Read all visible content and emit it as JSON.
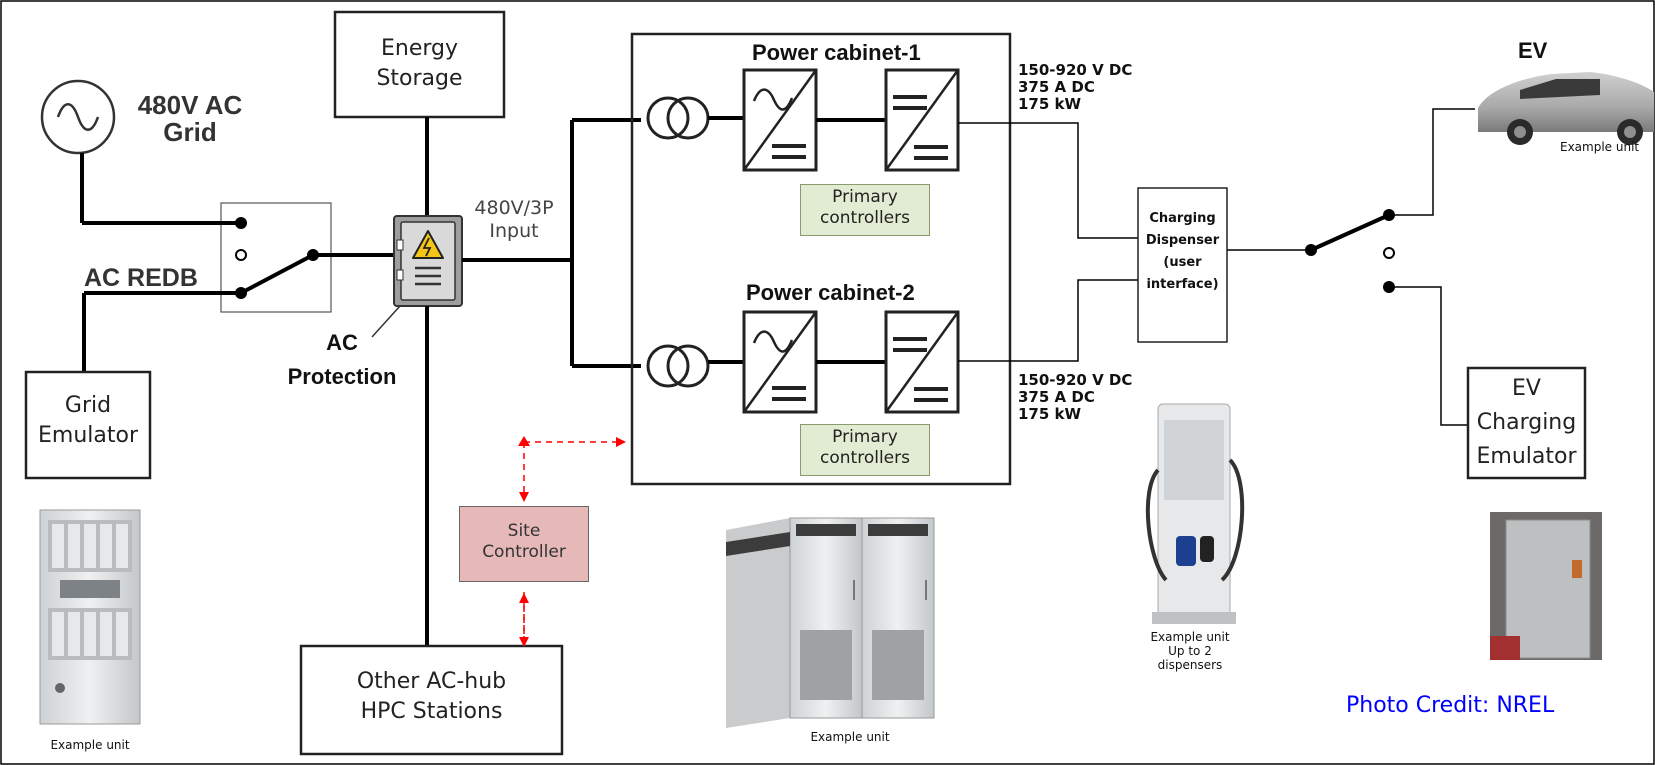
{
  "labels": {
    "grid_source": "480V AC\nGrid",
    "ac_redb": "AC REDB",
    "grid_emulator": "Grid\nEmulator",
    "energy_storage": "Energy\nStorage",
    "ac_protection": "AC\nProtection",
    "input": "480V/3P\nInput",
    "power_cabinet_1": "Power cabinet-1",
    "power_cabinet_2": "Power cabinet-2",
    "primary_controllers": "Primary\ncontrollers",
    "site_controller": "Site\nController",
    "other_stations": "Other AC-hub\nHPC Stations",
    "spec_1": "150-920 V DC\n375 A DC\n175 kW",
    "spec_2": "150-920 V DC\n375 A DC\n175 kW",
    "dispenser": "Charging\nDispenser\n(user\ninterface)",
    "ev": "EV",
    "ev_emulator": "EV\nCharging\nEmulator",
    "photo_credit": "Photo Credit: NREL"
  },
  "captions": {
    "grid_emulator_unit": "Example unit",
    "cabinet_unit": "Example unit",
    "dispenser_unit": "Example unit\nUp to 2\ndispensers",
    "ev_unit": "Example unit"
  },
  "colors": {
    "controller_fill": "#e2ecd3",
    "site_controller_fill": "#e6b9b8",
    "comm_link": "#ff0000",
    "photo_credit": "#0000ff",
    "warning": "#f5c518"
  },
  "icons": [
    "ac-source-icon",
    "transformer-icon",
    "ac-dc-converter-icon",
    "dc-dc-converter-icon",
    "breaker-panel-icon",
    "switch-icon"
  ]
}
